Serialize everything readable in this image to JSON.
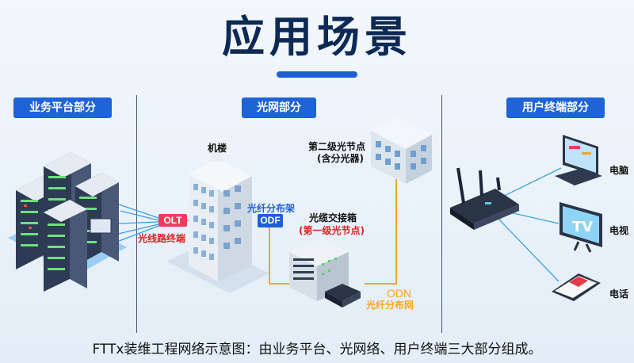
{
  "title": "应用场景",
  "sections": {
    "business": "业务平台部分",
    "optical": "光网部分",
    "terminal": "用户终端部分"
  },
  "labels": {
    "olt": "OLT",
    "olt_desc": "光线路终端",
    "building": "机楼",
    "odf_desc": "光纤分布架",
    "odf": "ODF",
    "node2_line1": "第二级光节点",
    "node2_line2": "(含分光器)",
    "cabinet_line1": "光缆交接箱",
    "cabinet_line2": "(第一级光节点)",
    "odn": "ODN",
    "odn_desc": "光纤分布网",
    "computer": "电脑",
    "tv": "电视",
    "phone": "电话",
    "tv_screen": "TV"
  },
  "caption": "FTTx装维工程网络示意图：由业务平台、光网络、用户终端三大部分组成。",
  "colors": {
    "section_bg": "#1e63d8",
    "olt_tag": "#ee3d5c",
    "odf_tag": "#1f5fd6",
    "fiber_line": "#f5a623",
    "red_text": "#e02020",
    "blue_text": "#1f5fd6",
    "odn_text": "#f5a623"
  }
}
